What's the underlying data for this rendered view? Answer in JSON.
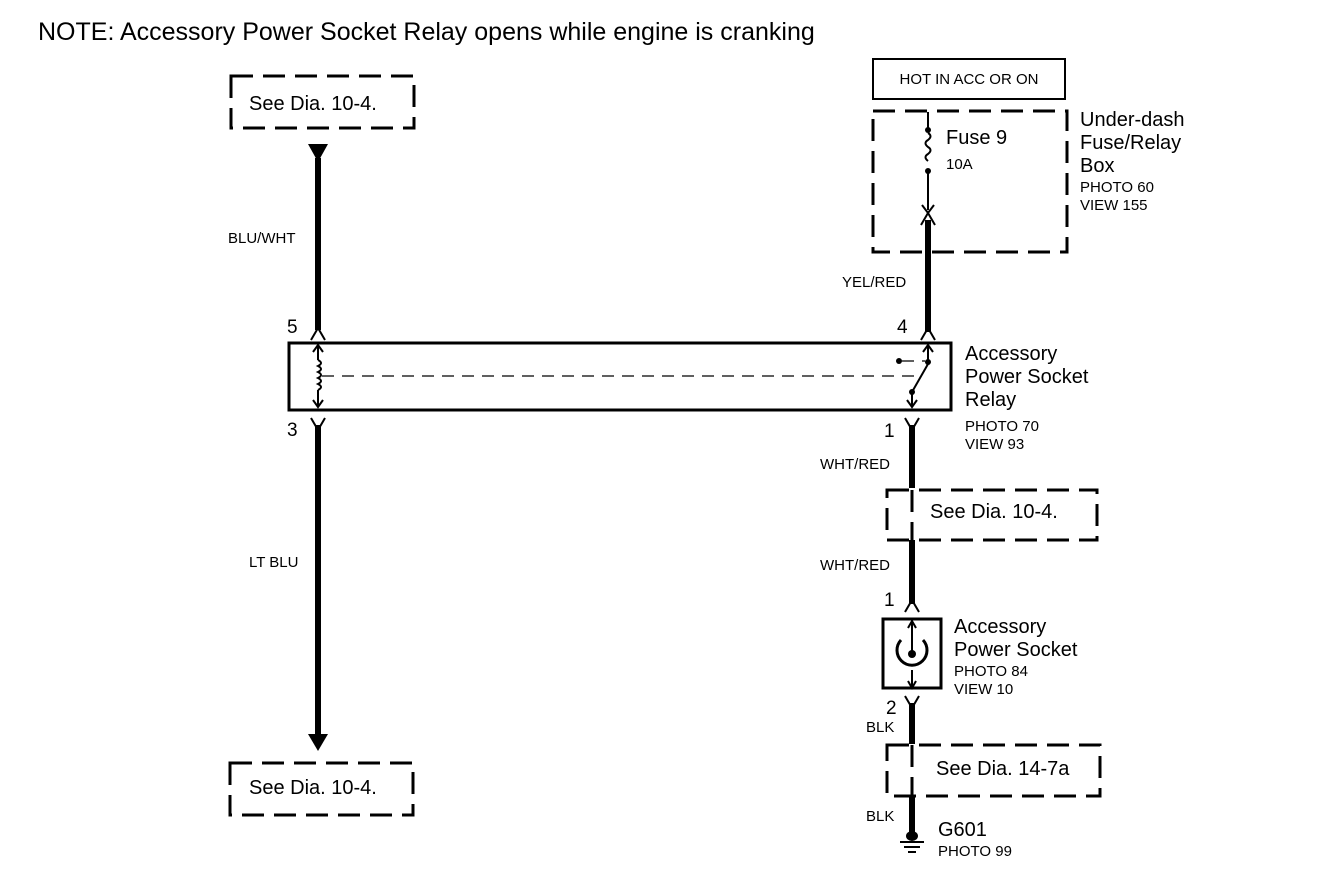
{
  "note": "NOTE: Accessory Power Socket Relay opens while engine is cranking",
  "refs": {
    "top_left": "See Dia.  10-4.",
    "bottom_left": "See Dia.  10-4.",
    "right_mid": "See Dia.  10-4.",
    "right_ground": "See Dia.  14-7a"
  },
  "power": {
    "label": "HOT IN ACC OR ON"
  },
  "fuse_box": {
    "name_lines": [
      "Under-dash",
      "Fuse/Relay",
      "Box"
    ],
    "photo": "PHOTO 60",
    "view": "VIEW 155",
    "fuse_label": "Fuse 9",
    "fuse_rating": "10A"
  },
  "relay": {
    "name_lines": [
      "Accessory",
      "Power Socket",
      "Relay"
    ],
    "photo": "PHOTO 70",
    "view": "VIEW 93",
    "pins": {
      "p5": "5",
      "p4": "4",
      "p3": "3",
      "p1": "1"
    }
  },
  "socket": {
    "name_lines": [
      "Accessory",
      "Power Socket"
    ],
    "photo": "PHOTO 84",
    "view": "VIEW 10",
    "pins": {
      "p1": "1",
      "p2": "2"
    }
  },
  "ground": {
    "name": "G601",
    "photo": "PHOTO 99"
  },
  "wires": {
    "left_top": "BLU/WHT",
    "left_bottom": "LT BLU",
    "fuse_to_relay": "YEL/RED",
    "relay_out": "WHT/RED",
    "socket_in": "WHT/RED",
    "socket_ground": "BLK",
    "ground_wire": "BLK"
  }
}
